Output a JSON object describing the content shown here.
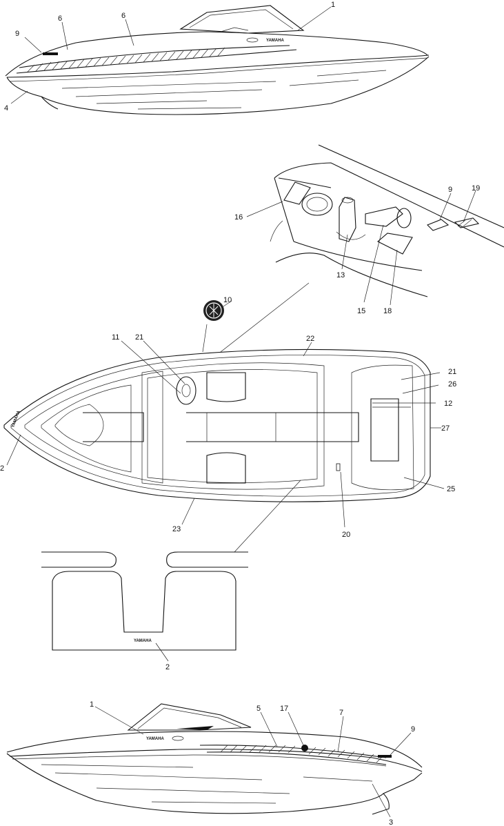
{
  "callouts": {
    "c1_top": "1",
    "c6_a": "6",
    "c6_b": "6",
    "c9_top": "9",
    "c4": "4",
    "c16": "16",
    "c13": "13",
    "c9_detail": "9",
    "c19": "19",
    "c15": "15",
    "c18": "18",
    "c10": "10",
    "c11": "11",
    "c21_a": "21",
    "c22": "22",
    "c21_b": "21",
    "c26": "26",
    "c12": "12",
    "c27": "27",
    "c2_a": "2",
    "c25": "25",
    "c23": "23",
    "c20": "20",
    "c2_b": "2",
    "c1_bottom": "1",
    "c5": "5",
    "c17": "17",
    "c7": "7",
    "c9_bottom": "9",
    "c3": "3"
  },
  "brand_text": {
    "top_hull": "YAMAHA",
    "seat_pad": "YAMAHA",
    "bottom_hull": "YAMAHA"
  },
  "colors": {
    "ink": "#111111",
    "paper": "#ffffff"
  }
}
